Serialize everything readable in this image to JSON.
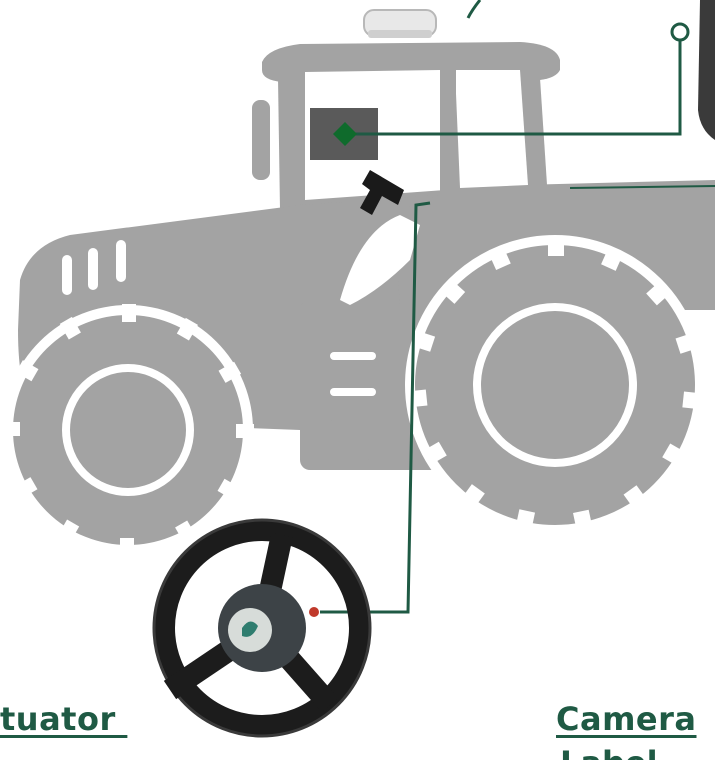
{
  "labels": {
    "left": "tuator ",
    "right": "Camera",
    "right_cut": "Label"
  },
  "colors": {
    "tractor": "#a3a3a3",
    "callout_line": "#1f5a44",
    "marker": "#0f6b2c",
    "marker_box": "#5a5a5a",
    "label_text": "#1f5a44"
  },
  "icons": [
    "tractor-silhouette",
    "gps-receiver-icon",
    "steering-wheel-icon",
    "camera-mount-icon"
  ]
}
